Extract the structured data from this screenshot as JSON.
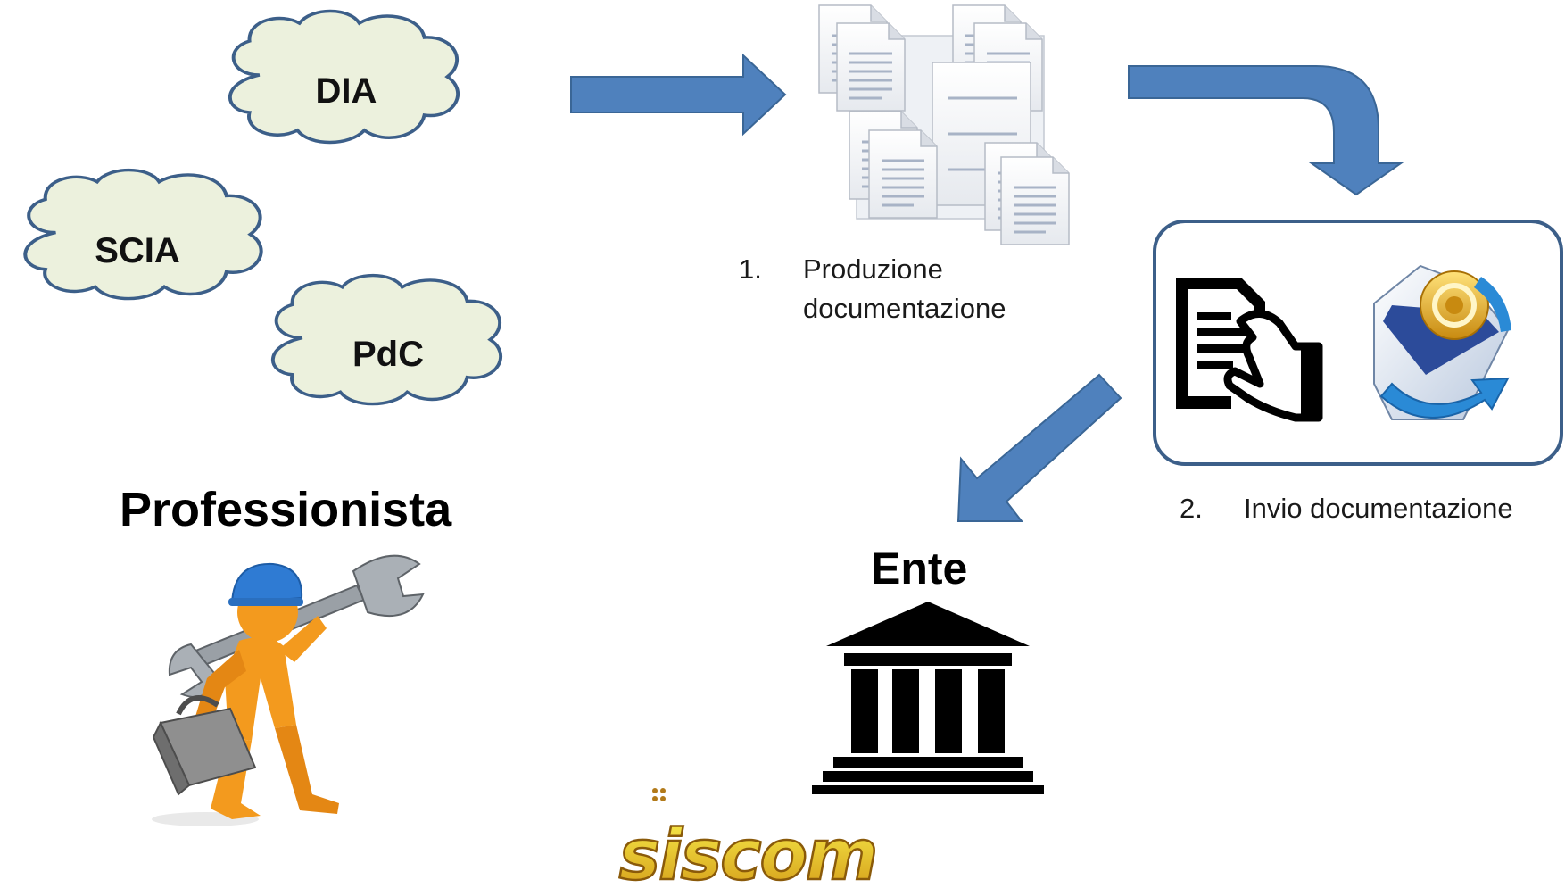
{
  "clouds": {
    "dia": "DIA",
    "scia": "SCIA",
    "pdc": "PdC"
  },
  "actors": {
    "professional": "Professionista",
    "authority": "Ente"
  },
  "steps": [
    {
      "number": "1.",
      "line1": "Produzione",
      "line2": "documentazione"
    },
    {
      "number": "2.",
      "line1": "Invio documentazione"
    }
  ],
  "logo": {
    "text": "siscom"
  },
  "colors": {
    "arrow": "#4f81bd",
    "arrow_stroke": "#3a6696",
    "cloud_fill": "#ecf1dd",
    "cloud_stroke": "#3c5f89",
    "box_stroke": "#3c5f89"
  },
  "icons": [
    "documents-icon",
    "hand-document-icon",
    "email-envelope-icon",
    "government-building-icon",
    "worker-figure-icon"
  ]
}
